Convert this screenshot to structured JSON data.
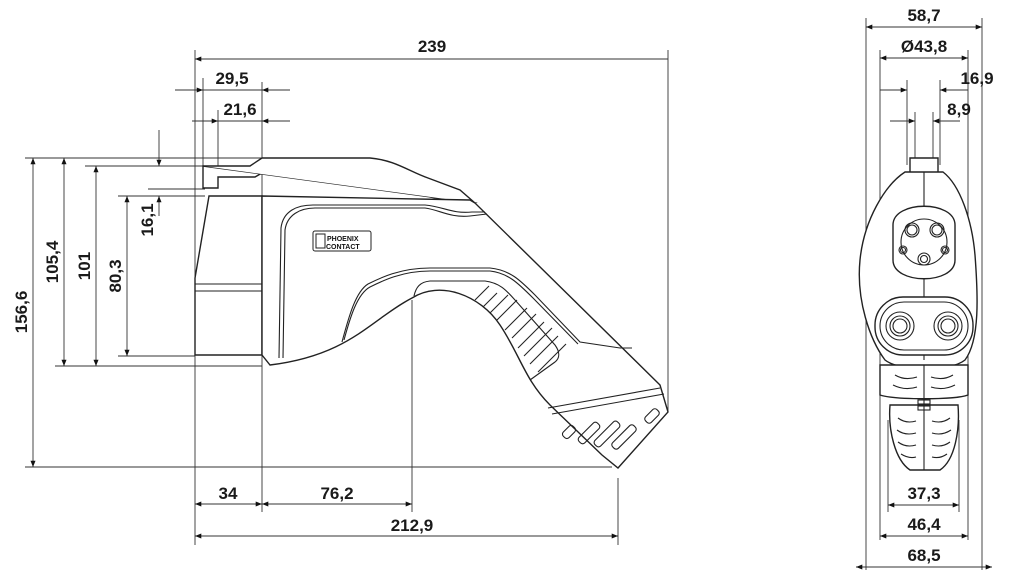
{
  "drawing": {
    "subject": "EV charging connector dimension drawing",
    "logo": {
      "line1": "PHOENIX",
      "line2": "CONTACT"
    },
    "side_view": {
      "horizontal_dims": {
        "overall_length": "239",
        "top_29_5": "29,5",
        "top_21_6": "21,6",
        "bottom_34": "34",
        "bottom_76_2": "76,2",
        "bottom_212_9": "212,9"
      },
      "vertical_dims": {
        "overall_height": "156,6",
        "h_105_4": "105,4",
        "h_101": "101",
        "h_80_3": "80,3",
        "h_16_1": "16,1"
      }
    },
    "front_view": {
      "top_dims": {
        "width_58_7": "58,7",
        "diameter_43_8": "Ø43,8",
        "width_16_9": "16,9",
        "width_8_9": "8,9"
      },
      "bottom_dims": {
        "width_37_3": "37,3",
        "width_46_4": "46,4",
        "width_68_5": "68,5"
      }
    }
  },
  "colors": {
    "line": "#222222",
    "background": "#ffffff"
  }
}
